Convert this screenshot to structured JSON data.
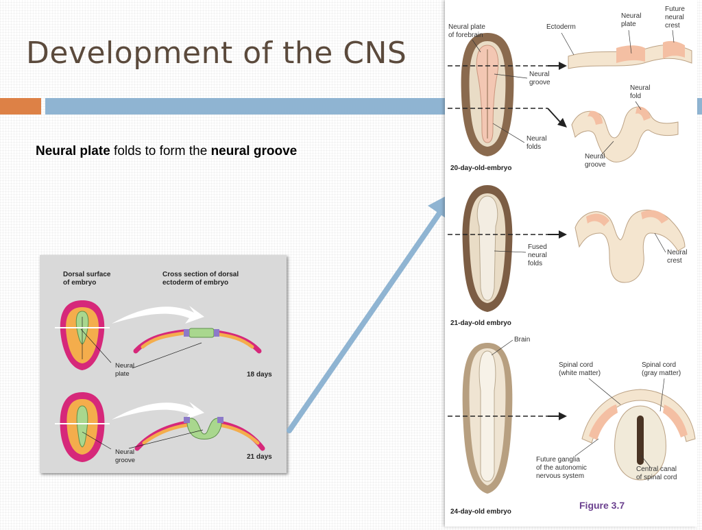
{
  "slide": {
    "title": "Development of the CNS",
    "body": {
      "term1": "Neural plate",
      "connector": " folds to form the ",
      "term2": "neural groove"
    }
  },
  "left_figure": {
    "header_left_1": "Dorsal surface",
    "header_left_2": "of embryo",
    "header_right_1": "Cross section of dorsal",
    "header_right_2": "ectoderm of embryo",
    "top_label_1": "Neural",
    "top_label_2": "plate",
    "top_days": "18 days",
    "bottom_label_1": "Neural",
    "bottom_label_2": "groove",
    "bottom_days": "21 days"
  },
  "right_figure": {
    "np_forebrain_1": "Neural plate",
    "np_forebrain_2": "of forebrain",
    "ectoderm": "Ectoderm",
    "neural_plate_1": "Neural",
    "neural_plate_2": "plate",
    "future_crest_1": "Future",
    "future_crest_2": "neural",
    "future_crest_3": "crest",
    "groove_1": "Neural",
    "groove_2": "groove",
    "fold_1": "Neural",
    "fold_2": "fold",
    "folds_1": "Neural",
    "folds_2": "folds",
    "groove_b_1": "Neural",
    "groove_b_2": "groove",
    "stage1": "20-day-old-embryo",
    "fused_1": "Fused",
    "fused_2": "neural",
    "fused_3": "folds",
    "crest_1": "Neural",
    "crest_2": "crest",
    "stage2": "21-day-old embryo",
    "brain": "Brain",
    "sc_white_1": "Spinal cord",
    "sc_white_2": "(white matter)",
    "sc_gray_1": "Spinal cord",
    "sc_gray_2": "(gray matter)",
    "ganglia_1": "Future ganglia",
    "ganglia_2": "of the autonomic",
    "ganglia_3": "nervous system",
    "canal_1": "Central canal",
    "canal_2": "of spinal cord",
    "stage3": "24-day-old embryo",
    "figure_label": "Figure 3.7"
  },
  "colors": {
    "title": "#5b4a3c",
    "accent_orange": "#dd8146",
    "accent_blue": "#8fb4d2",
    "embryo_magenta": "#d6287a",
    "embryo_orange": "#f4ad4c",
    "neural_green": "#a9d78e",
    "figure_label": "#6a3f8e"
  }
}
